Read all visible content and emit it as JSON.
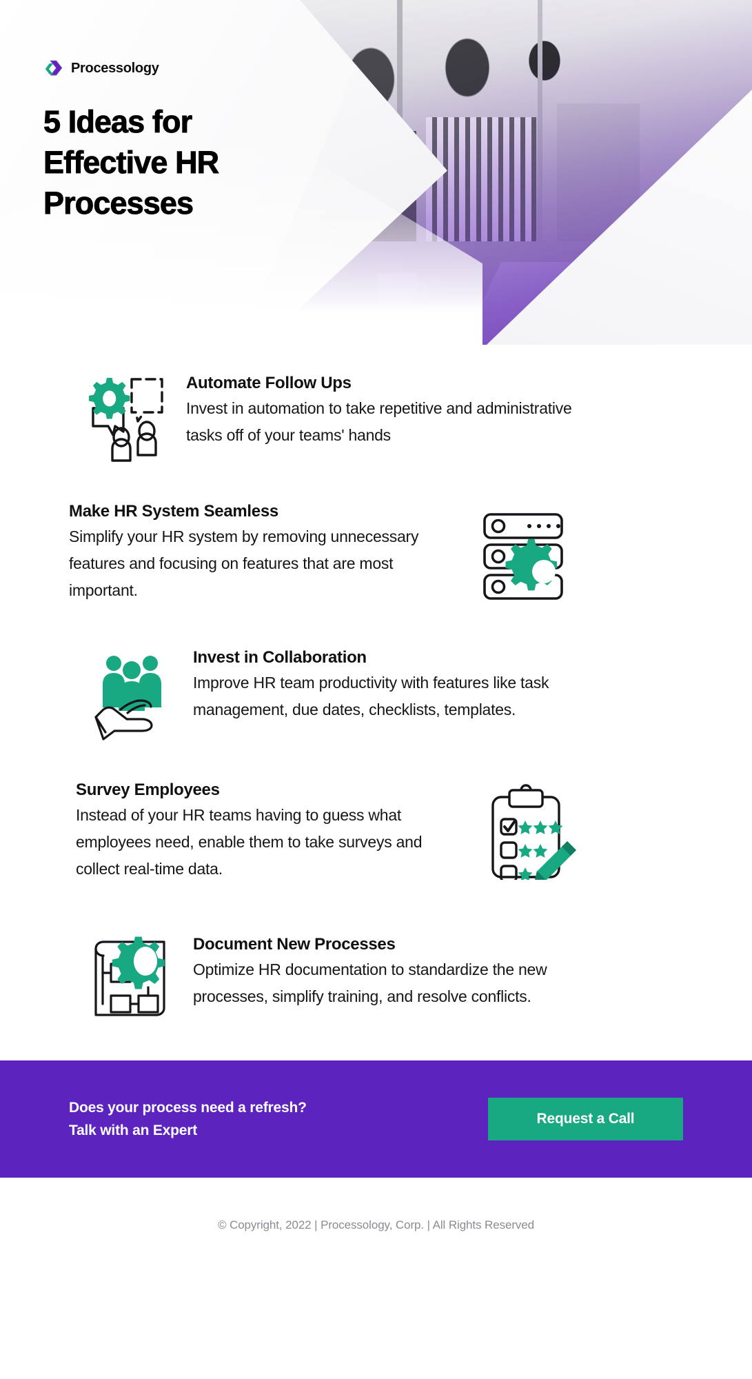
{
  "brand": {
    "name": "Processology",
    "logo_icon": "chevron-logo-icon",
    "purple": "#5c23bf",
    "teal": "#18a882",
    "accent_dark_purple": "#6c30c1"
  },
  "hero": {
    "title": "5 Ideas for Effective HR Processes",
    "photo_alt": "three colleagues collaborating at a desk with a laptop"
  },
  "ideas": [
    {
      "icon": "gear-speech-bubbles-people-icon",
      "title": "Automate Follow Ups",
      "description": "Invest in automation to take repetitive and administrative tasks off of your teams' hands",
      "icon_side": "left"
    },
    {
      "icon": "server-rack-gear-icon",
      "title": "Make HR System Seamless",
      "description": "Simplify your HR system by removing unnecessary features and focusing on features that are most important.",
      "icon_side": "right"
    },
    {
      "icon": "hand-holding-people-icon",
      "title": "Invest in Collaboration",
      "description": "Improve HR team productivity with features like task management, due dates, checklists, templates.",
      "icon_side": "left"
    },
    {
      "icon": "clipboard-stars-pencil-icon",
      "title": "Survey Employees",
      "description": "Instead of your HR teams having to guess what employees need, enable them to take surveys and collect real-time data.",
      "icon_side": "right"
    },
    {
      "icon": "flowchart-gear-icon",
      "title": "Document New Processes",
      "description": "Optimize HR documentation to standardize the new processes, simplify training, and resolve conflicts.",
      "icon_side": "left"
    }
  ],
  "cta": {
    "line1": "Does your process need a refresh?",
    "line2": "Talk with an Expert",
    "button_label": "Request a Call"
  },
  "footer": {
    "copyright": "© Copyright, 2022 | Processology, Corp. | All Rights Reserved"
  }
}
